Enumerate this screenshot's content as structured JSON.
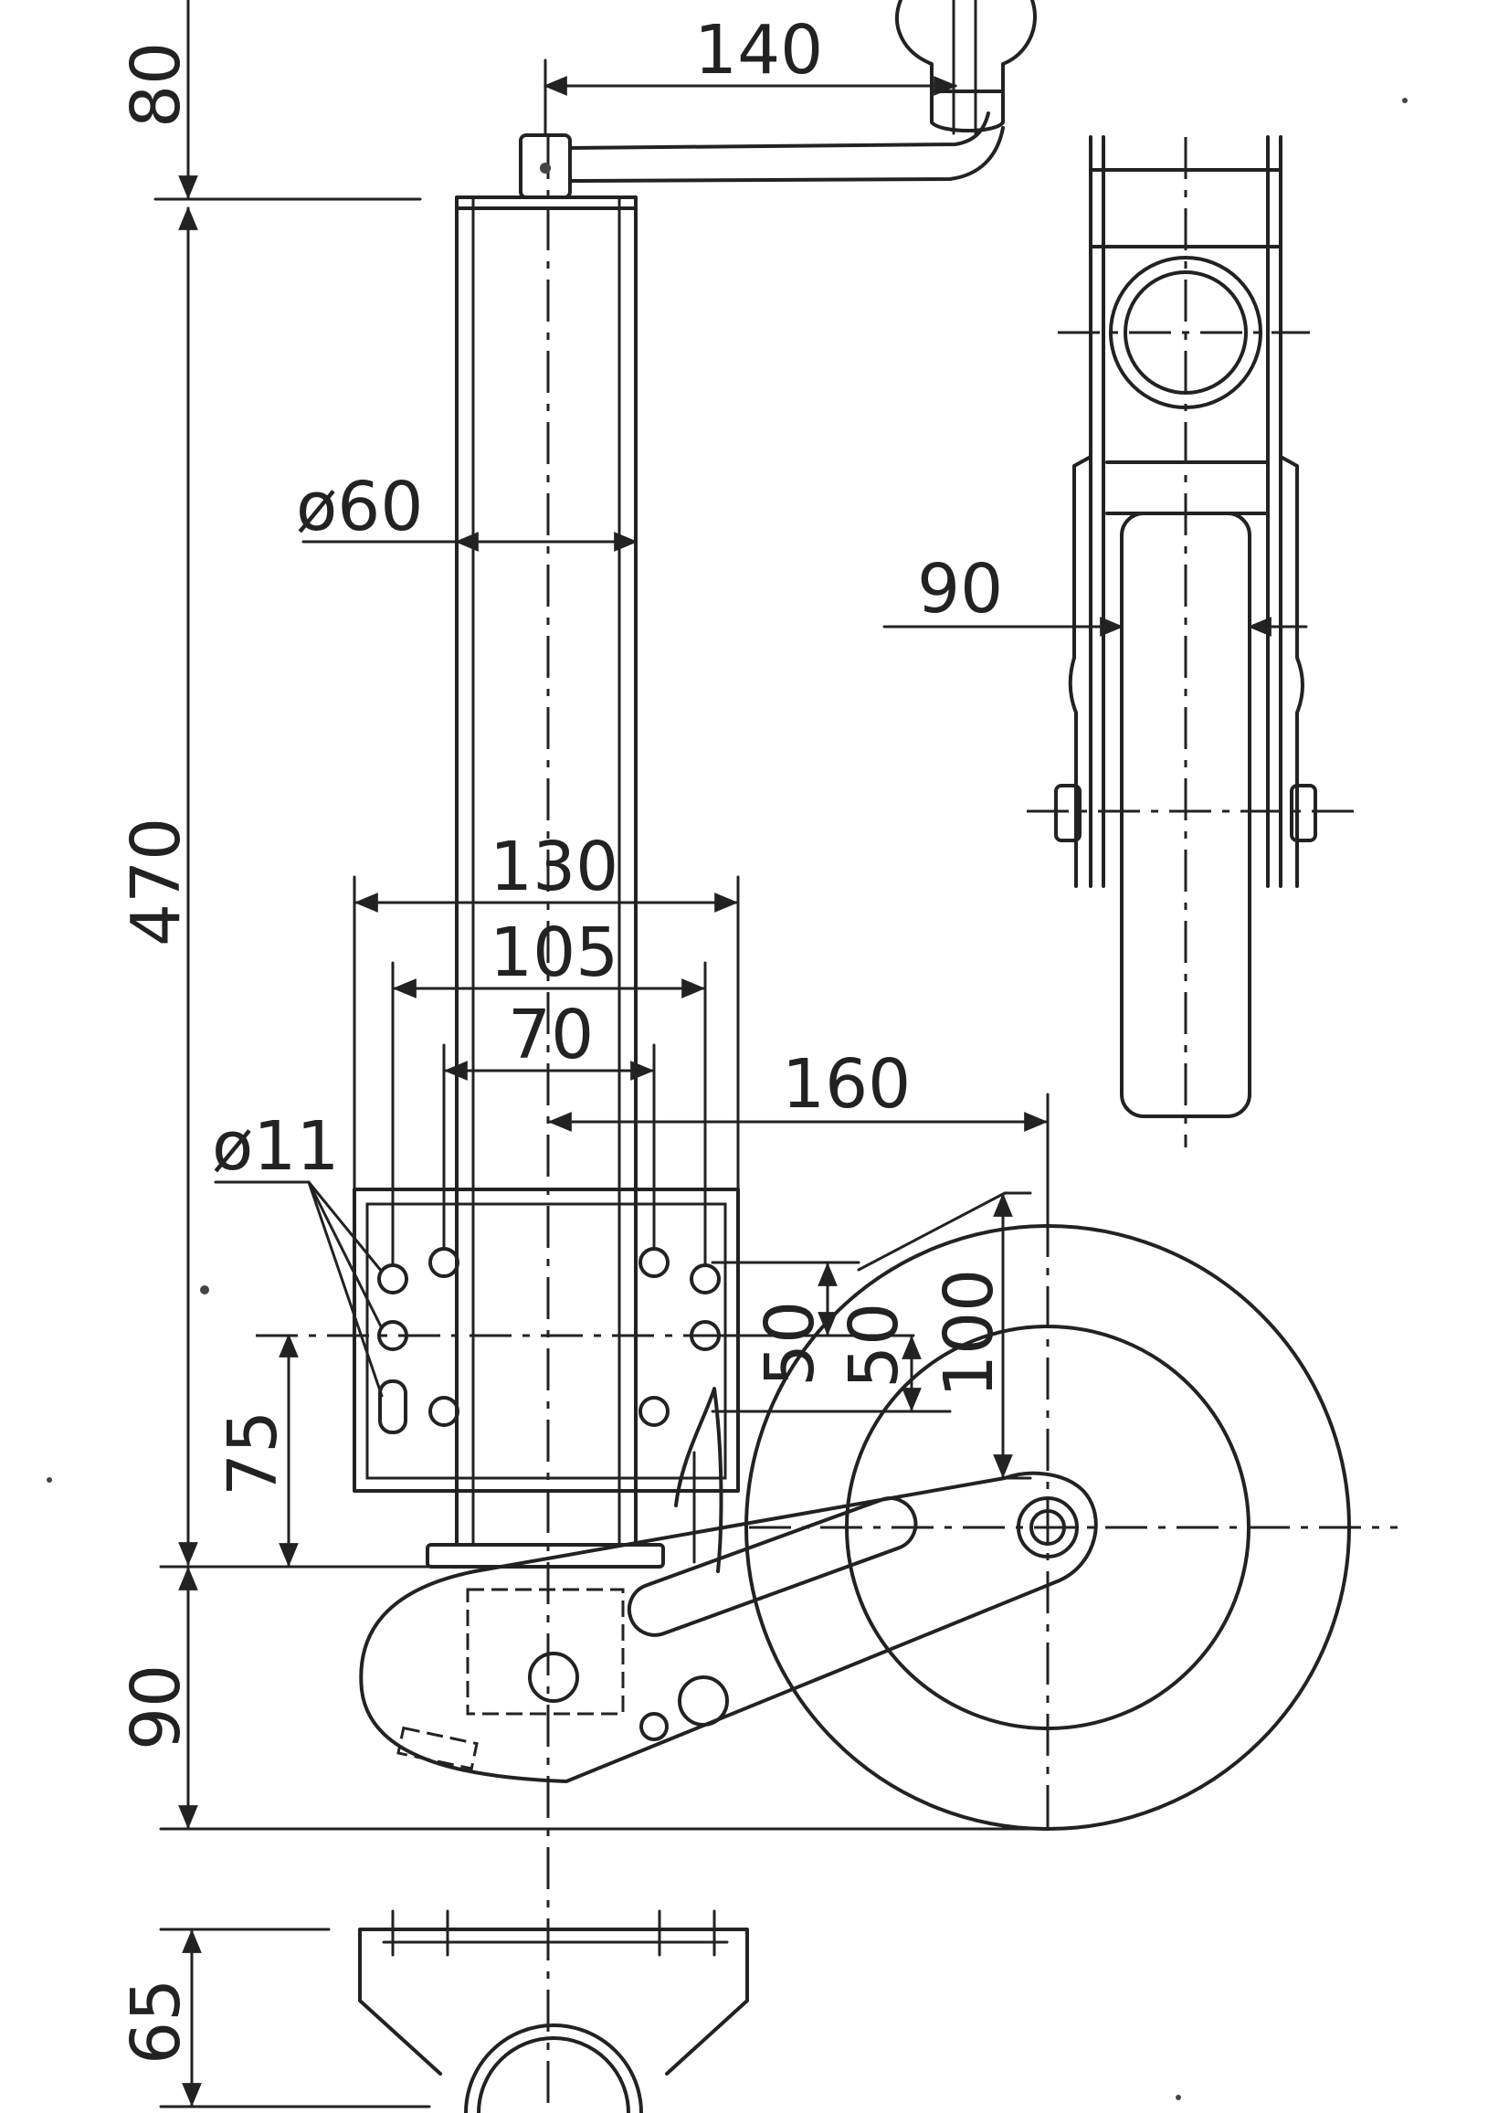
{
  "diagram": {
    "dimensions": {
      "top_extension": "80",
      "crank_offset": "140",
      "tube_diameter": "ø60",
      "overall_height": "470",
      "plate_width": "130",
      "outer_hole_spacing": "105",
      "inner_hole_spacing": "70",
      "wheel_offset": "160",
      "hole_diameter": "ø11",
      "hole_height": "75",
      "hole_pitch_a": "50",
      "hole_pitch_b": "50",
      "axle_rise": "100",
      "wheel_drop": "90",
      "fork_width": "90",
      "clamp_height": "65"
    }
  }
}
